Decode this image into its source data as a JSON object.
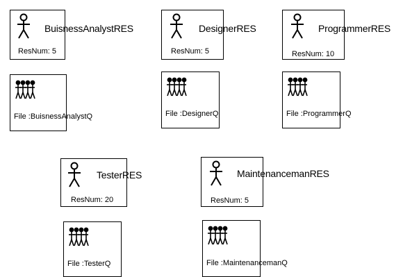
{
  "resources": [
    {
      "name": "BuisnessAnalystRES",
      "resnum": "ResNum: 5"
    },
    {
      "name": "DesignerRES",
      "resnum": "ResNum: 5"
    },
    {
      "name": "ProgrammerRES",
      "resnum": "ResNum: 10"
    },
    {
      "name": "TesterRES",
      "resnum": "ResNum: 20"
    },
    {
      "name": "MaintenancemanRES",
      "resnum": "ResNum: 5"
    }
  ],
  "queues": [
    {
      "label": "File :BuisnessAnalystQ"
    },
    {
      "label": "File :DesignerQ"
    },
    {
      "label": "File :ProgrammerQ"
    },
    {
      "label": "File :TesterQ"
    },
    {
      "label": "File :MaintenancemanQ"
    }
  ]
}
